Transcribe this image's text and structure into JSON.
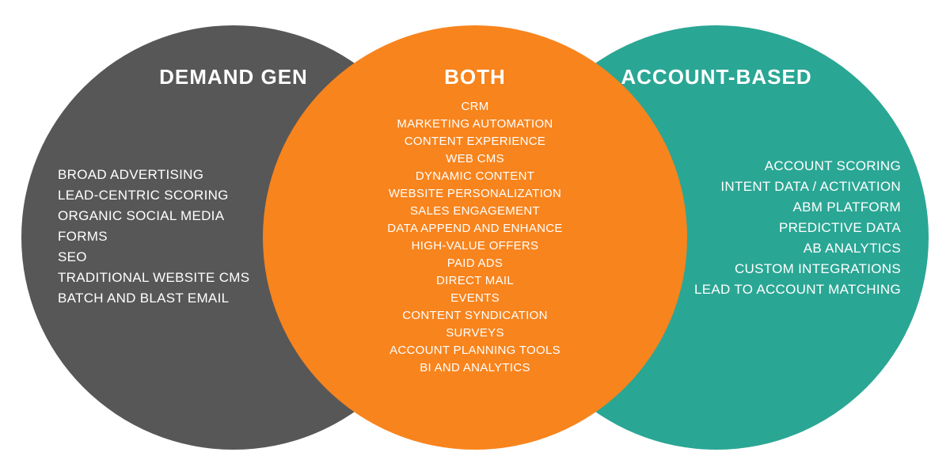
{
  "venn": {
    "text_color": "#FFFFFF",
    "background_color": "#FFFFFF",
    "sections": [
      {
        "id": "demand-gen",
        "title": "DEMAND GEN",
        "color": "#575757",
        "items": [
          "BROAD ADVERTISING",
          "LEAD-CENTRIC SCORING",
          "ORGANIC SOCIAL MEDIA",
          "FORMS",
          "SEO",
          "TRADITIONAL WEBSITE CMS",
          "BATCH AND BLAST EMAIL"
        ]
      },
      {
        "id": "both",
        "title": "BOTH",
        "color": "#F8841D",
        "items": [
          "CRM",
          "MARKETING AUTOMATION",
          "CONTENT EXPERIENCE",
          "WEB CMS",
          "DYNAMIC CONTENT",
          "WEBSITE PERSONALIZATION",
          "SALES ENGAGEMENT",
          "DATA APPEND AND ENHANCE",
          "HIGH-VALUE OFFERS",
          "PAID ADS",
          "DIRECT MAIL",
          "EVENTS",
          "CONTENT SYNDICATION",
          "SURVEYS",
          "ACCOUNT PLANNING TOOLS",
          "BI AND ANALYTICS"
        ]
      },
      {
        "id": "account-based",
        "title": "ACCOUNT-BASED",
        "color": "#2AA694",
        "items": [
          "ACCOUNT SCORING",
          "INTENT DATA / ACTIVATION",
          "ABM PLATFORM",
          "PREDICTIVE DATA",
          "AB ANALYTICS",
          "CUSTOM INTEGRATIONS",
          "LEAD TO ACCOUNT MATCHING"
        ]
      }
    ]
  }
}
